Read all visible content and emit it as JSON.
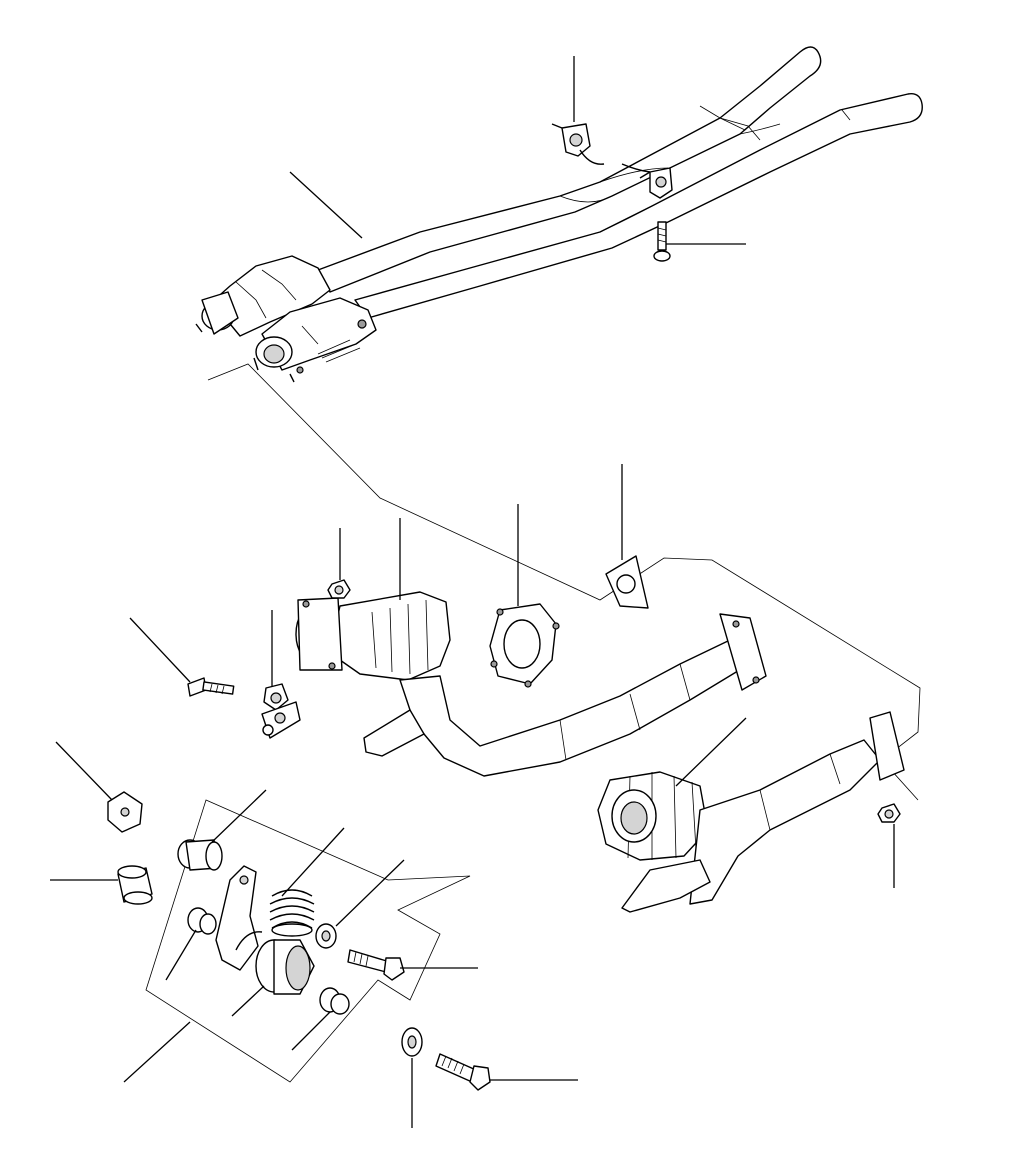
{
  "diagram": {
    "style": "exploded parts view, black line art on white",
    "colors": {
      "line": "#000000",
      "background": "#ffffff",
      "shade": "#d4d4d4"
    },
    "parts": [
      "rear-exhaust-pipe-assembly",
      "catalytic-converter-left",
      "catalytic-converter-right",
      "hanger-bracket-upper",
      "hanger-bracket-lower",
      "bolt-upper",
      "front-catalytic-converter",
      "front-downpipe-left",
      "front-downpipe-right",
      "flange-gasket-large",
      "flange-gasket-small",
      "nut-flange",
      "bolt-long",
      "bushing-mount",
      "stud-mount",
      "square-nut",
      "spacer-sleeve",
      "flanged-sleeve",
      "coil-spring",
      "spring-bracket",
      "rubber-bushing",
      "small-sleeve-left",
      "small-sleeve-right",
      "washer-small",
      "bolt-short",
      "washer-large",
      "bolt-large",
      "nut-right"
    ]
  }
}
